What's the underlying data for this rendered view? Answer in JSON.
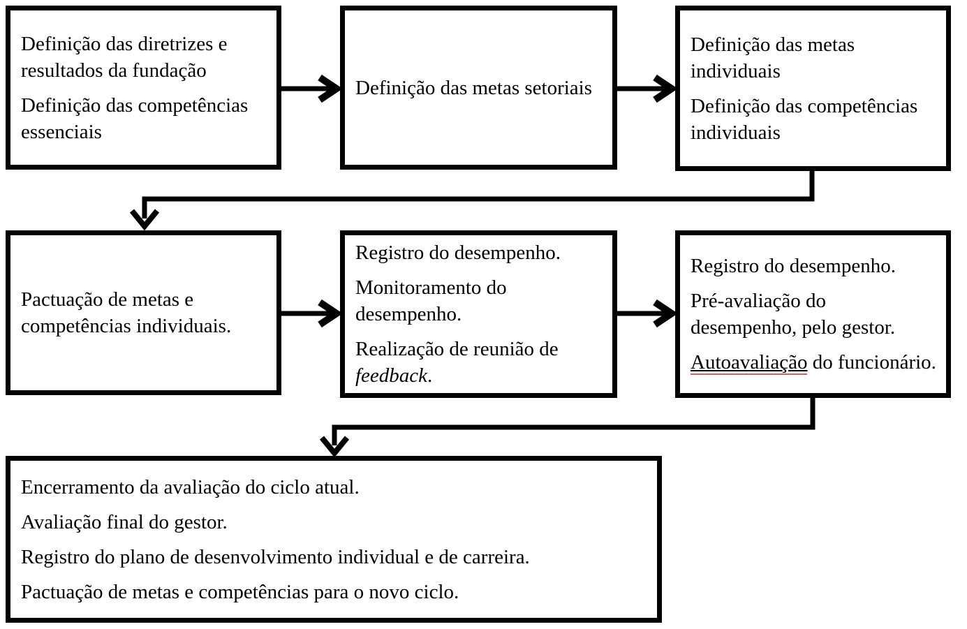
{
  "diagram": {
    "type": "flowchart",
    "colors": {
      "box_border": "#000000",
      "text": "#000000",
      "arrow": "#000000",
      "background": "#ffffff",
      "spellcheck_underline": "#c4675d"
    },
    "boxes": [
      {
        "name": "definicao-diretrizes-fundacao",
        "paragraphs": [
          {
            "segments": [
              {
                "text": "Definição das diretrizes e resultados da fundação",
                "style": "normal"
              }
            ]
          },
          {
            "segments": [
              {
                "text": "Definição das competências essenciais",
                "style": "normal"
              }
            ]
          }
        ]
      },
      {
        "name": "definicao-metas-setoriais",
        "paragraphs": [
          {
            "segments": [
              {
                "text": "Definição das metas setoriais",
                "style": "normal"
              }
            ]
          }
        ]
      },
      {
        "name": "definicao-metas-individuais",
        "paragraphs": [
          {
            "segments": [
              {
                "text": "Definição das metas individuais",
                "style": "normal"
              }
            ]
          },
          {
            "segments": [
              {
                "text": "Definição das competências individuais",
                "style": "normal"
              }
            ]
          }
        ]
      },
      {
        "name": "pactuacao-metas-competencias",
        "paragraphs": [
          {
            "segments": [
              {
                "text": "Pactuação de metas e competências individuais.",
                "style": "normal"
              }
            ]
          }
        ]
      },
      {
        "name": "registro-monitoramento-feedback",
        "paragraphs": [
          {
            "segments": [
              {
                "text": "Registro do desempenho.",
                "style": "normal"
              }
            ]
          },
          {
            "segments": [
              {
                "text": "Monitoramento do desempenho.",
                "style": "normal"
              }
            ]
          },
          {
            "segments": [
              {
                "text": "Realização de reunião de ",
                "style": "normal"
              },
              {
                "text": "feedback",
                "style": "italic"
              },
              {
                "text": ".",
                "style": "normal"
              }
            ]
          }
        ]
      },
      {
        "name": "registro-pre-avaliacao-autoavaliacao",
        "paragraphs": [
          {
            "segments": [
              {
                "text": "Registro do desempenho.",
                "style": "normal"
              }
            ]
          },
          {
            "segments": [
              {
                "text": "Pré-avaliação do desempenho, pelo gestor.",
                "style": "normal"
              }
            ]
          },
          {
            "segments": [
              {
                "text": "Autoavaliação",
                "style": "underline-spellcheck"
              },
              {
                "text": " do funcionário.",
                "style": "normal"
              }
            ]
          }
        ]
      },
      {
        "name": "encerramento-novo-ciclo",
        "paragraphs": [
          {
            "segments": [
              {
                "text": "Encerramento da avaliação do ciclo atual.",
                "style": "normal"
              }
            ]
          },
          {
            "segments": [
              {
                "text": "Avaliação final do gestor.",
                "style": "normal"
              }
            ]
          },
          {
            "segments": [
              {
                "text": "Registro do plano de desenvolvimento individual e de carreira.",
                "style": "normal"
              }
            ]
          },
          {
            "segments": [
              {
                "text": "Pactuação de metas e competências para o novo ciclo.",
                "style": "normal"
              }
            ]
          }
        ]
      }
    ],
    "connectors": [
      {
        "from": "definicao-diretrizes-fundacao",
        "to": "definicao-metas-setoriais",
        "type": "straight-right"
      },
      {
        "from": "definicao-metas-setoriais",
        "to": "definicao-metas-individuais",
        "type": "straight-right"
      },
      {
        "from": "definicao-metas-individuais",
        "to": "pactuacao-metas-competencias",
        "type": "elbow-down-left-down"
      },
      {
        "from": "pactuacao-metas-competencias",
        "to": "registro-monitoramento-feedback",
        "type": "straight-right"
      },
      {
        "from": "registro-monitoramento-feedback",
        "to": "registro-pre-avaliacao-autoavaliacao",
        "type": "straight-right"
      },
      {
        "from": "registro-pre-avaliacao-autoavaliacao",
        "to": "encerramento-novo-ciclo",
        "type": "elbow-down-left-down"
      }
    ]
  }
}
